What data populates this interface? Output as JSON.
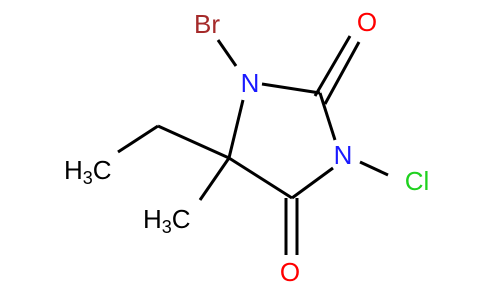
{
  "colors": {
    "bond": "#000000",
    "carbon_text": "#000000",
    "nitrogen": "#1a1aff",
    "oxygen": "#ff0000",
    "bromine": "#a52a2a",
    "chlorine": "#1fd11f"
  },
  "atoms": {
    "br": "Br",
    "n1": "N",
    "n3": "N",
    "o_top": "O",
    "o_bottom": "O",
    "cl": "Cl",
    "ethyl_h": "H",
    "ethyl_sub": "3",
    "ethyl_c": "C",
    "methyl_h": "H",
    "methyl_sub": "3",
    "methyl_c": "C"
  }
}
